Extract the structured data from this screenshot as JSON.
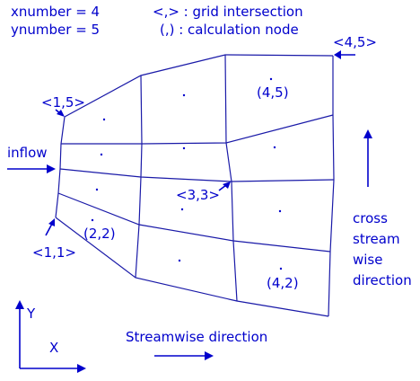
{
  "legend": {
    "xnumber": "xnumber = 4",
    "ynumber": "ynumber = 5",
    "grid_intersection": "<,> : grid intersection",
    "calculation_node": "(,) : calculation node"
  },
  "labels": {
    "inflow": "inflow",
    "corner_1_1": "<1,1>",
    "corner_1_5": "<1,5>",
    "corner_4_5": "<4,5>",
    "corner_3_3": "<3,3>",
    "node_2_2": "(2,2)",
    "node_4_2": "(4,2)",
    "node_4_5": "(4,5)",
    "cross_stream_1": "cross",
    "cross_stream_2": "stream",
    "cross_stream_3": "wise",
    "cross_stream_4": "direction",
    "streamwise": "Streamwise direction",
    "axis_y": "Y",
    "axis_x": "X"
  },
  "colors": {
    "text": "#0000cc",
    "grid": "#1a1aa8",
    "background": "#ffffff"
  }
}
